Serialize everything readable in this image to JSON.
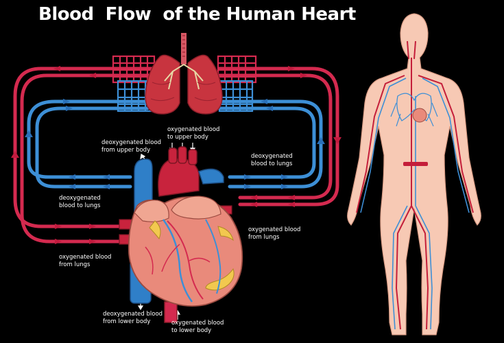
{
  "title": "Blood  Flow  of the Human Heart",
  "labels": {
    "deoxy_upper": [
      "deoxygenated blood",
      "from upper body"
    ],
    "oxy_upper": [
      "oxygenated blood",
      "to upper body"
    ],
    "deoxy_to_lungs_right": [
      "deoxygenated",
      "blood to lungs"
    ],
    "deoxy_to_lungs_left": [
      "deoxygenated",
      "blood to lungs"
    ],
    "oxy_from_lungs_right": [
      "oxygenated blood",
      "from lungs"
    ],
    "oxy_from_lungs_left": [
      "oxygenated blood",
      "from lungs"
    ],
    "deoxy_lower": [
      "deoxygenated blood",
      "from lower body"
    ],
    "oxy_lower": [
      "oxygenated blood",
      "to lower body"
    ]
  },
  "colors": {
    "background": "#000000",
    "oxygenated": "#d42a4f",
    "deoxygenated": "#3d8fd6",
    "lungs": "#c8343f",
    "heart": "#e98a7b",
    "skin": "#f7c9b4"
  }
}
